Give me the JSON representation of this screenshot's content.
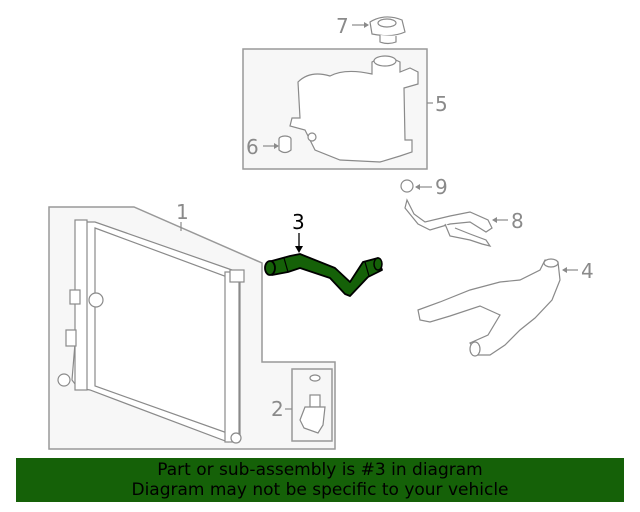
{
  "diagram": {
    "highlighted_part": "3",
    "callouts": [
      {
        "number": "1",
        "label": "1"
      },
      {
        "number": "2",
        "label": "2"
      },
      {
        "number": "3",
        "label": "3"
      },
      {
        "number": "4",
        "label": "4"
      },
      {
        "number": "5",
        "label": "5"
      },
      {
        "number": "6",
        "label": "6"
      },
      {
        "number": "7",
        "label": "7"
      },
      {
        "number": "8",
        "label": "8"
      },
      {
        "number": "9",
        "label": "9"
      }
    ],
    "colors": {
      "line_art": "#8a8a8a",
      "highlight_fill": "#156108",
      "highlight_stroke": "#000000",
      "group_box_fill": "#f7f7f7",
      "group_box_stroke": "#999999"
    }
  },
  "banner": {
    "line1": "Part or sub-assembly is #3 in diagram",
    "line2": "Diagram may not be specific to your vehicle",
    "background": "#156108"
  }
}
